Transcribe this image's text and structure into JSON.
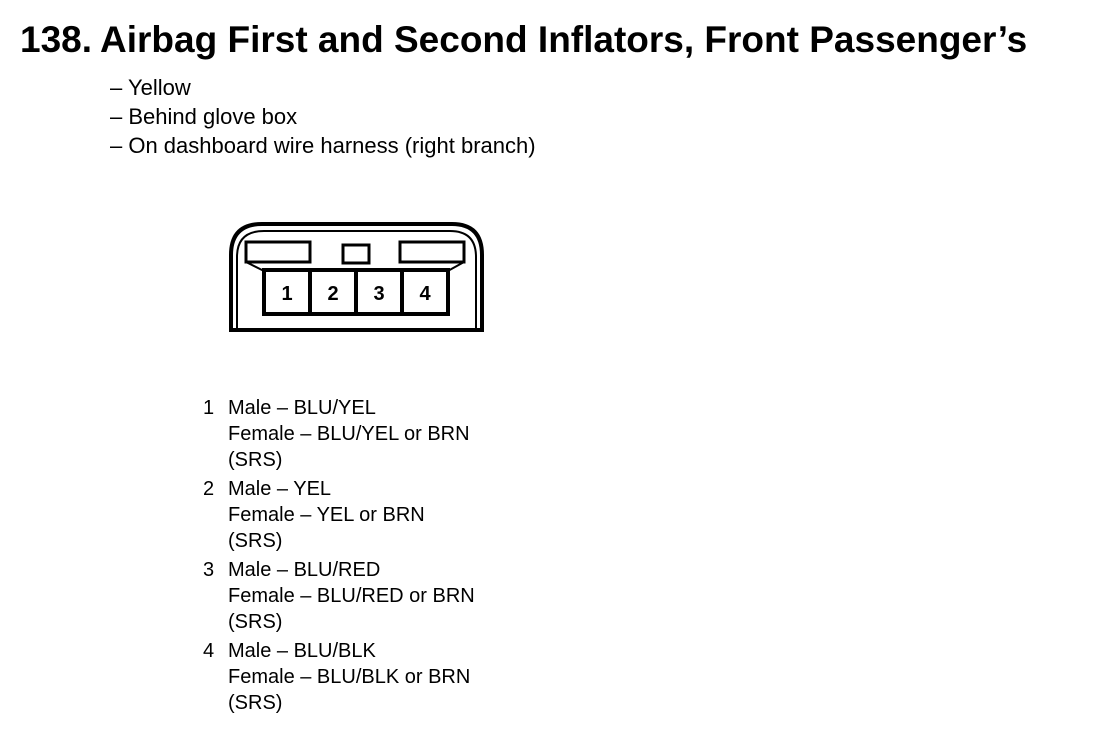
{
  "header": {
    "number": "138.",
    "title": "Airbag First and Second Inflators, Front Passenger’s"
  },
  "details": [
    "– Yellow",
    "– Behind glove box",
    "– On dashboard wire harness (right branch)"
  ],
  "connector": {
    "pin_labels": [
      "1",
      "2",
      "3",
      "4"
    ]
  },
  "pins": [
    {
      "number": "1",
      "male": "Male – BLU/YEL",
      "female": "Female – BLU/YEL or BRN",
      "circuit": "(SRS)"
    },
    {
      "number": "2",
      "male": "Male – YEL",
      "female": "Female – YEL or BRN",
      "circuit": "(SRS)"
    },
    {
      "number": "3",
      "male": "Male – BLU/RED",
      "female": "Female – BLU/RED or BRN",
      "circuit": "(SRS)"
    },
    {
      "number": "4",
      "male": "Male – BLU/BLK",
      "female": "Female – BLU/BLK or BRN",
      "circuit": "(SRS)"
    }
  ]
}
